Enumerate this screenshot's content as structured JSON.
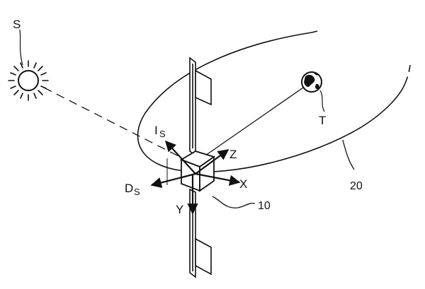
{
  "labels": {
    "sun": "S",
    "earth": "T",
    "orbit_ref": "20",
    "satellite_ref": "10",
    "axis_x": "X",
    "axis_y": "Y",
    "axis_z": "Z",
    "is_main": "I",
    "is_sub": "S",
    "ds_main": "D",
    "ds_sub": "S"
  }
}
